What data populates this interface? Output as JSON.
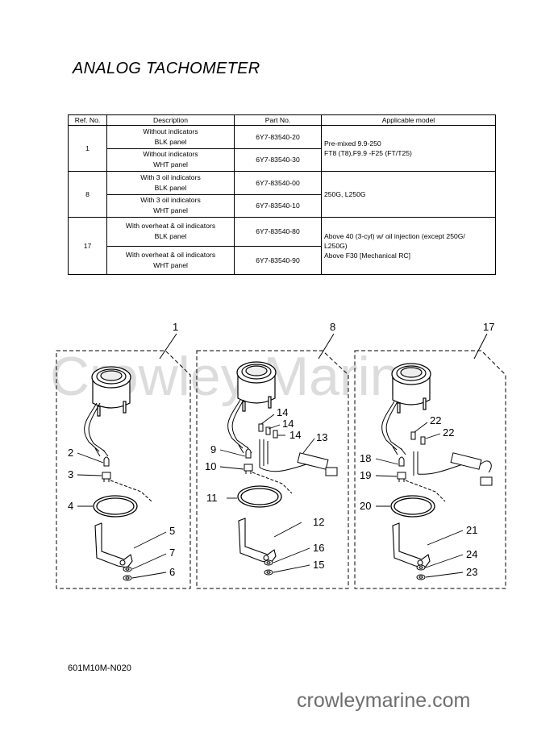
{
  "title": "ANALOG TACHOMETER",
  "table": {
    "headers": [
      "Ref. No.",
      "Description",
      "Part No.",
      "Applicable model"
    ],
    "groups": [
      {
        "ref": "1",
        "rows": [
          {
            "desc1": "Without indicators",
            "desc2": "BLK panel",
            "part": "6Y7-83540-20"
          },
          {
            "desc1": "Without indicators",
            "desc2": "WHT panel",
            "part": "6Y7-83540-30"
          }
        ],
        "model_lines": [
          "Pre-mixed 9.9-250",
          "FT8 (T8),F9.9 -F25 (FT/T25)"
        ]
      },
      {
        "ref": "8",
        "rows": [
          {
            "desc1": "With 3 oil indicators",
            "desc2": "BLK panel",
            "part": "6Y7-83540-00"
          },
          {
            "desc1": "With 3 oil indicators",
            "desc2": "WHT panel",
            "part": "6Y7-83540-10"
          }
        ],
        "model_lines": [
          "250G, L250G"
        ]
      },
      {
        "ref": "17",
        "rows": [
          {
            "desc1": "With overheat & oil indicators",
            "desc2": "BLK panel",
            "part": "6Y7-83540-80"
          },
          {
            "desc1": "With overheat & oil indicators",
            "desc2": "WHT panel",
            "part": "6Y7-83540-90"
          }
        ],
        "model_lines": [
          "Above 40 (3-cyl) w/ oil injection (except 250G/",
          "L250G)",
          "Above F30 [Mechanical RC]"
        ]
      }
    ]
  },
  "diagram": {
    "watermark": "Crowley Marine",
    "panel1": {
      "header": "1",
      "c2": "2",
      "c3": "3",
      "c4": "4",
      "c5": "5",
      "c7": "7",
      "c6": "6"
    },
    "panel8": {
      "header": "8",
      "c14a": "14",
      "c14b": "14",
      "c14c": "14",
      "c13": "13",
      "c9": "9",
      "c10": "10",
      "c11": "11",
      "c12": "12",
      "c16": "16",
      "c15": "15"
    },
    "panel17": {
      "header": "17",
      "c22a": "22",
      "c22b": "22",
      "c18": "18",
      "c19": "19",
      "c20": "20",
      "c21": "21",
      "c24": "24",
      "c23": "23"
    }
  },
  "code": "601M10M-N020",
  "footer_watermark": "crowleymarine.com"
}
